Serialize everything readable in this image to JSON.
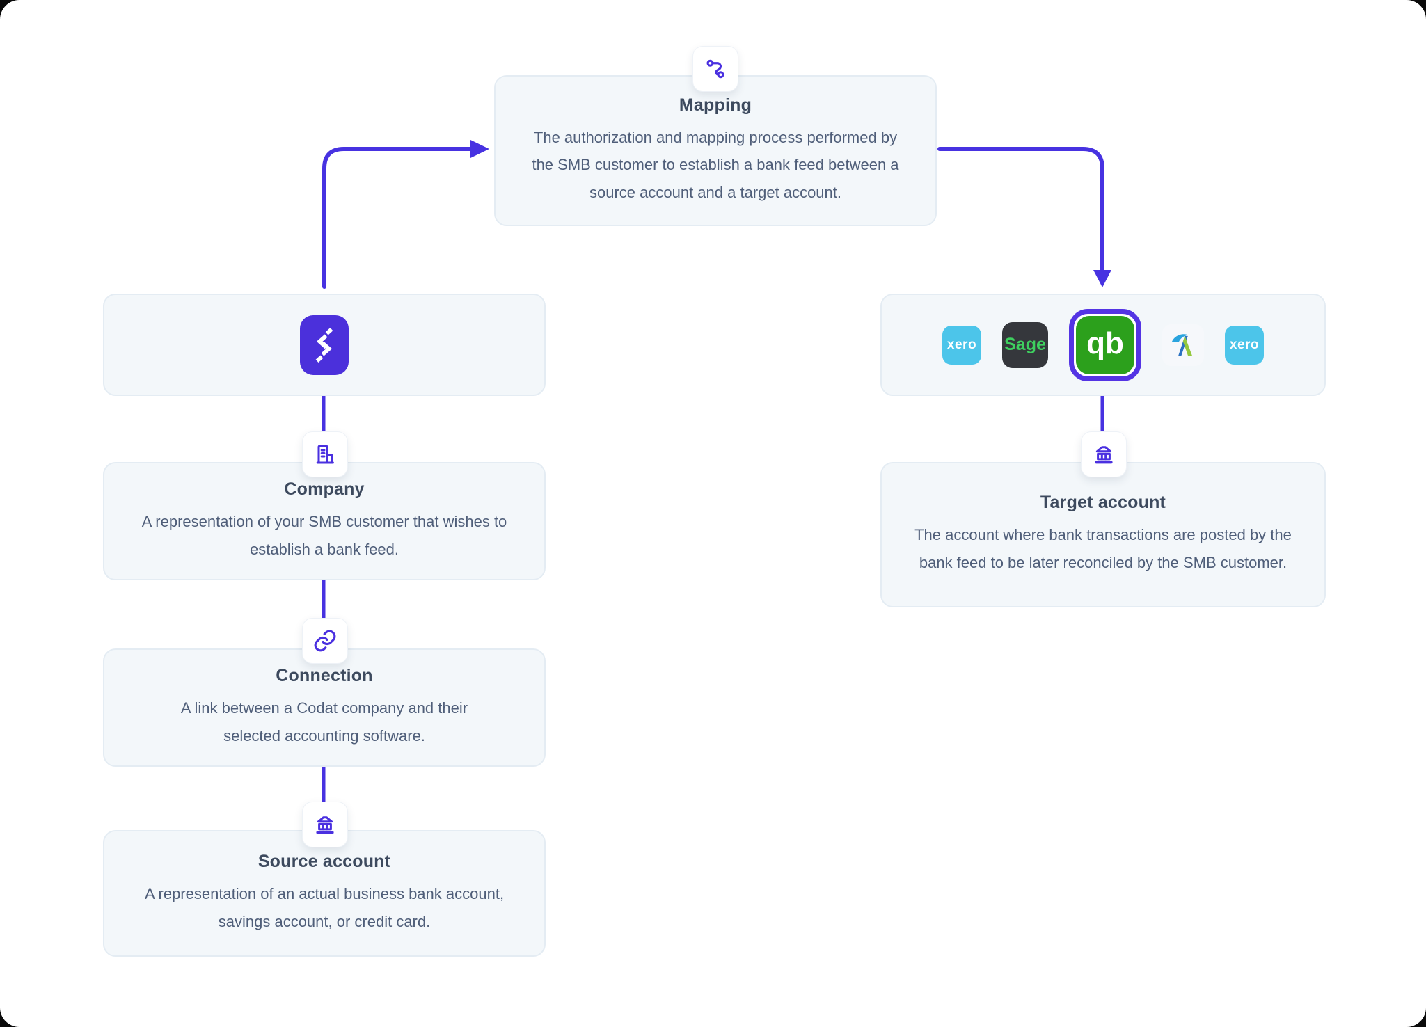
{
  "colors": {
    "accent_purple": "#4A30E0",
    "arrow_purple": "#4732E1",
    "card_background": "#F3F7FA",
    "card_border": "#E4ECF3",
    "title_text": "#3D4A5E",
    "body_text": "#4F5E79",
    "codat_logo_bg": "#4B30DB",
    "xero_blue": "#4CC5EA",
    "sage_dark": "#35373C",
    "sage_green": "#3ED05F",
    "quickbooks_green": "#2CA01C",
    "selection_ring": "#5434E4"
  },
  "nodes": {
    "mapping": {
      "icon": "route-icon",
      "title": "Mapping",
      "description": "The authorization and mapping process performed by the SMB customer to establish a bank feed between a source account and a target account."
    },
    "company": {
      "icon": "building-icon",
      "title": "Company",
      "description": "A representation of your SMB customer that wishes to establish a bank feed."
    },
    "connection": {
      "icon": "link-icon",
      "title": "Connection",
      "description": "A link between a Codat company and their selected accounting software."
    },
    "source_account": {
      "icon": "bank-icon",
      "title": "Source account",
      "description": "A representation of an actual business bank account, savings account, or credit card."
    },
    "target_account": {
      "icon": "bank-icon",
      "title": "Target account",
      "description": "The account where bank transactions are posted by the bank feed to be later reconciled by the SMB customer."
    }
  },
  "codat": {
    "logo": "codat-logo"
  },
  "integrations": [
    {
      "name": "Xero",
      "label": "xero",
      "selected": false
    },
    {
      "name": "Sage",
      "label": "Sage",
      "selected": false
    },
    {
      "name": "QuickBooks",
      "label": "qb",
      "selected": true
    },
    {
      "name": "FreeAgent",
      "label": "",
      "selected": false
    },
    {
      "name": "Xero",
      "label": "xero",
      "selected": false
    }
  ]
}
